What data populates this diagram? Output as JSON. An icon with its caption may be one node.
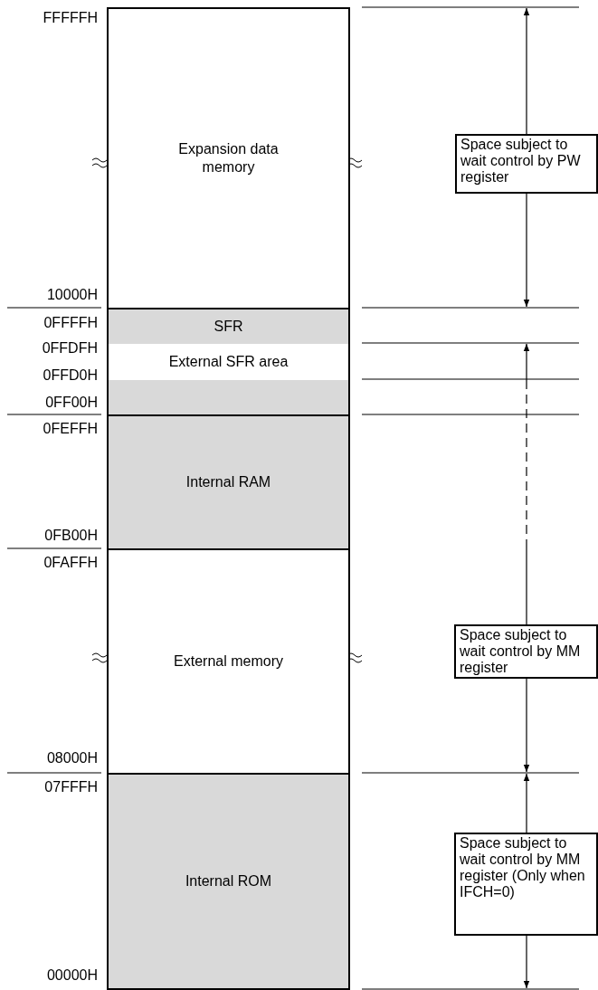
{
  "diagram": {
    "nodes": [
      {
        "text": [
          "Expansion data memory"
        ]
      },
      {
        "text": [
          "SFR"
        ]
      },
      {
        "text": [
          "External SFR area"
        ],
        "in": 1
      },
      {
        "text": [
          "Internal RAM"
        ]
      },
      {
        "text": [
          "External memory"
        ]
      },
      {
        "text": [
          "Internal ROM"
        ]
      },
      {
        "text": [
          "Space subject to wait control by PW register"
        ]
      },
      {
        "text": [
          "Space subject to wait control by MM register"
        ]
      },
      {
        "text": [
          "Space subject to wait control by MM register (Only when IFCH=0)"
        ]
      }
    ],
    "edges": [],
    "labels": [
      "FFFFFH",
      "10000H",
      "0FFFFH",
      "0FFDFH",
      "0FFD0H",
      "0FF00H",
      "0FEFFH",
      "0FB00H",
      "0FAFFH",
      "08000H",
      "07FFFH",
      "00000H"
    ]
  }
}
